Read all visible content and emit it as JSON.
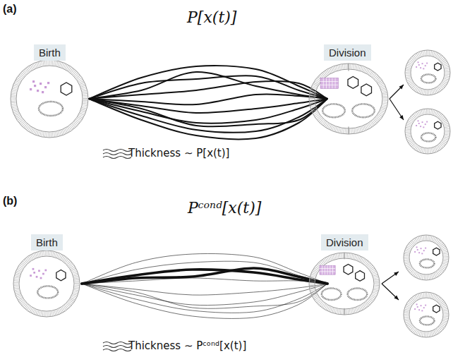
{
  "diagram": {
    "nodes": [
      {
        "text": [
          "Birth"
        ]
      },
      {
        "text": [
          "Division"
        ]
      },
      {
        "text": [
          "Birth"
        ]
      },
      {
        "text": [
          "Division"
        ]
      }
    ],
    "labels": [
      "(a)",
      "P[x(t)]",
      "Thickness ∼ P[x(t)]",
      "(b)",
      "Pᶜᵒⁿᵈ[x(t)]",
      "Thickness ∼ Pᶜᵒⁿᵈ[x(t)]"
    ]
  }
}
